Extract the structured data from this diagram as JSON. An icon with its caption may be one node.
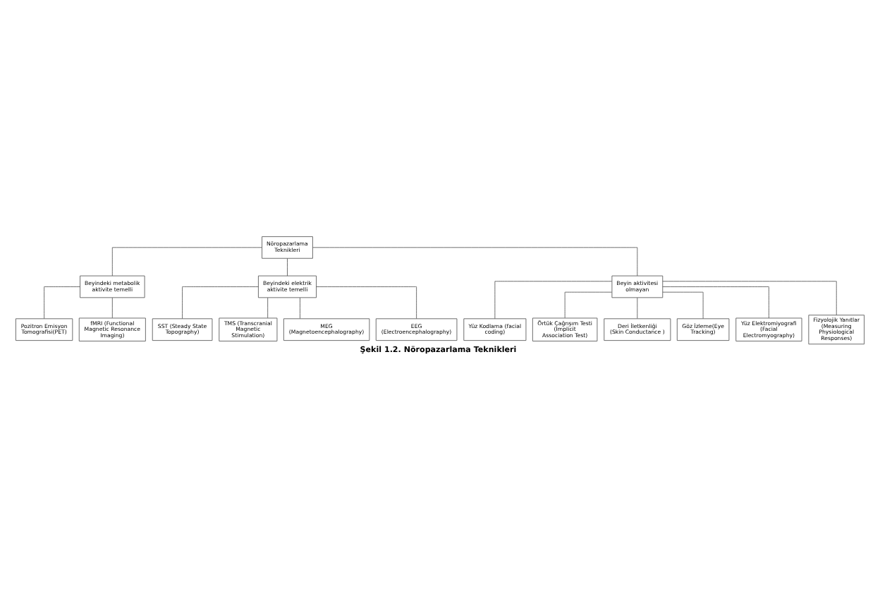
{
  "diagram": {
    "caption": "Şekil 1.2. Nöropazarlama Teknikleri",
    "nodes": [
      {
        "text": [
          "Nöropazarlama Teknikleri"
        ]
      },
      {
        "text": [
          "Beyindeki metabolik aktivite temelli"
        ]
      },
      {
        "text": [
          "Beyindeki elektrik aktivite temelli"
        ]
      },
      {
        "text": [
          "Beyin aktivitesi olmayan"
        ]
      },
      {
        "text": [
          "Pozitron Emisyon Tomografisi(PET)"
        ]
      },
      {
        "text": [
          "fMRI (Functional Magnetic Resonance Imaging)"
        ]
      },
      {
        "text": [
          "SST (Steady State Topography)"
        ]
      },
      {
        "text": [
          "TMS (Transcranial Magnetic Stimulation)"
        ]
      },
      {
        "text": [
          "MEG (Magnetoencephalography)"
        ]
      },
      {
        "text": [
          "EEG (Electroencephalography)"
        ]
      },
      {
        "text": [
          "Yüz Kodlama (facial coding)"
        ]
      },
      {
        "text": [
          "Örtük Çağrışım Testi (Implicit Association Test)"
        ]
      },
      {
        "text": [
          "Deri İletkenliği (Skin Conductance )"
        ]
      },
      {
        "text": [
          "Göz İzleme(Eye Tracking)"
        ]
      },
      {
        "text": [
          "Yüz Elektromiyografi (Facial Electromyography)"
        ]
      },
      {
        "text": [
          "Fizyolojik Yanıtlar (Measuring Physiological Responses)"
        ]
      }
    ],
    "edges": [
      {
        "from": 0,
        "to": 1,
        "arrow": "none"
      },
      {
        "from": 0,
        "to": 2,
        "arrow": "none"
      },
      {
        "from": 0,
        "to": 3,
        "arrow": "none"
      },
      {
        "from": 1,
        "to": 4,
        "arrow": "none"
      },
      {
        "from": 1,
        "to": 5,
        "arrow": "none"
      },
      {
        "from": 2,
        "to": 6,
        "arrow": "none"
      },
      {
        "from": 2,
        "to": 7,
        "arrow": "none"
      },
      {
        "from": 2,
        "to": 8,
        "arrow": "none"
      },
      {
        "from": 2,
        "to": 9,
        "arrow": "none"
      },
      {
        "from": 3,
        "to": 10,
        "arrow": "none"
      },
      {
        "from": 3,
        "to": 11,
        "arrow": "none"
      },
      {
        "from": 3,
        "to": 12,
        "arrow": "none"
      },
      {
        "from": 3,
        "to": 13,
        "arrow": "none"
      },
      {
        "from": 3,
        "to": 14,
        "arrow": "none"
      },
      {
        "from": 3,
        "to": 15,
        "arrow": "none"
      }
    ]
  }
}
